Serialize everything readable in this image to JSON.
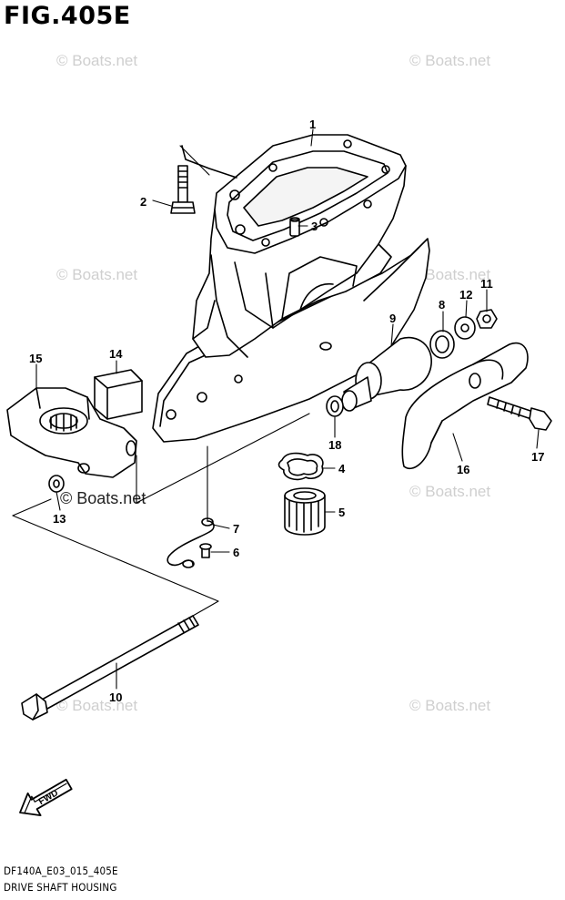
{
  "figure": {
    "title": "FIG.405E",
    "diagram_code": "DF140A_E03_015_405E",
    "description": "DRIVE SHAFT HOUSING"
  },
  "watermark": {
    "text": "© Boats.net"
  },
  "callouts": [
    {
      "num": "1"
    },
    {
      "num": "2"
    },
    {
      "num": "3"
    },
    {
      "num": "4"
    },
    {
      "num": "5"
    },
    {
      "num": "6"
    },
    {
      "num": "7"
    },
    {
      "num": "8"
    },
    {
      "num": "9"
    },
    {
      "num": "10"
    },
    {
      "num": "11"
    },
    {
      "num": "12"
    },
    {
      "num": "13"
    },
    {
      "num": "14"
    },
    {
      "num": "15"
    },
    {
      "num": "16"
    },
    {
      "num": "17"
    },
    {
      "num": "18"
    }
  ],
  "direction_arrow": {
    "text": "FWD"
  }
}
